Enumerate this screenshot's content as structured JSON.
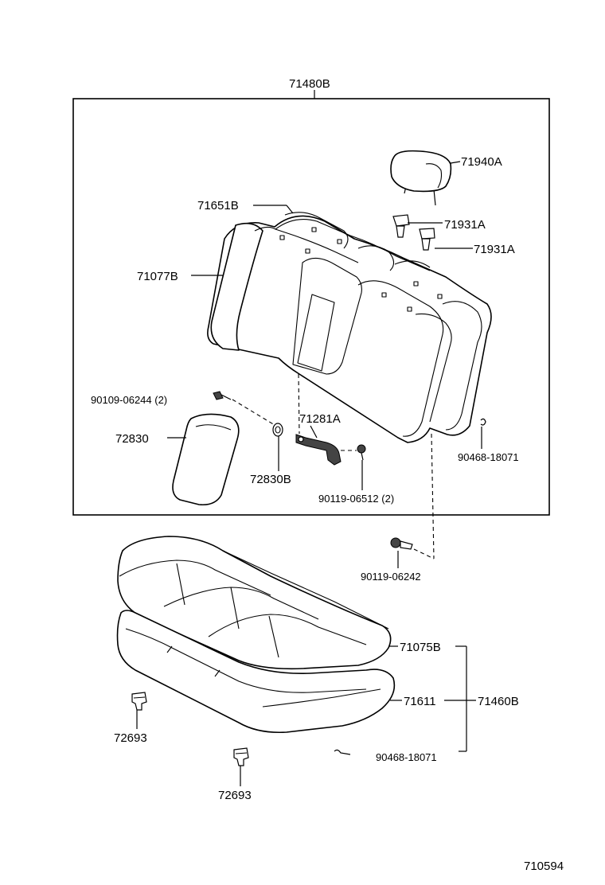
{
  "labels": {
    "seatback_assy": "71480B",
    "headrest": "71940A",
    "headrest_support_1": "71931A",
    "headrest_support_2": "71931A",
    "back_cover": "71651B",
    "back_pad": "71077B",
    "bolt_1": "90109-06244 (2)",
    "hinge": "71281A",
    "armrest": "72830",
    "armrest_stopper": "72830B",
    "bolt_2": "90119-06512 (2)",
    "hog_ring_back": "90468-18071",
    "bolt_3": "90119-06242",
    "cushion_cover": "71075B",
    "cushion_pad": "71611",
    "cushion_assy": "71460B",
    "hog_ring_cushion": "90468-18071",
    "clip_1": "72693",
    "clip_2": "72693",
    "diagram_code": "710594"
  }
}
